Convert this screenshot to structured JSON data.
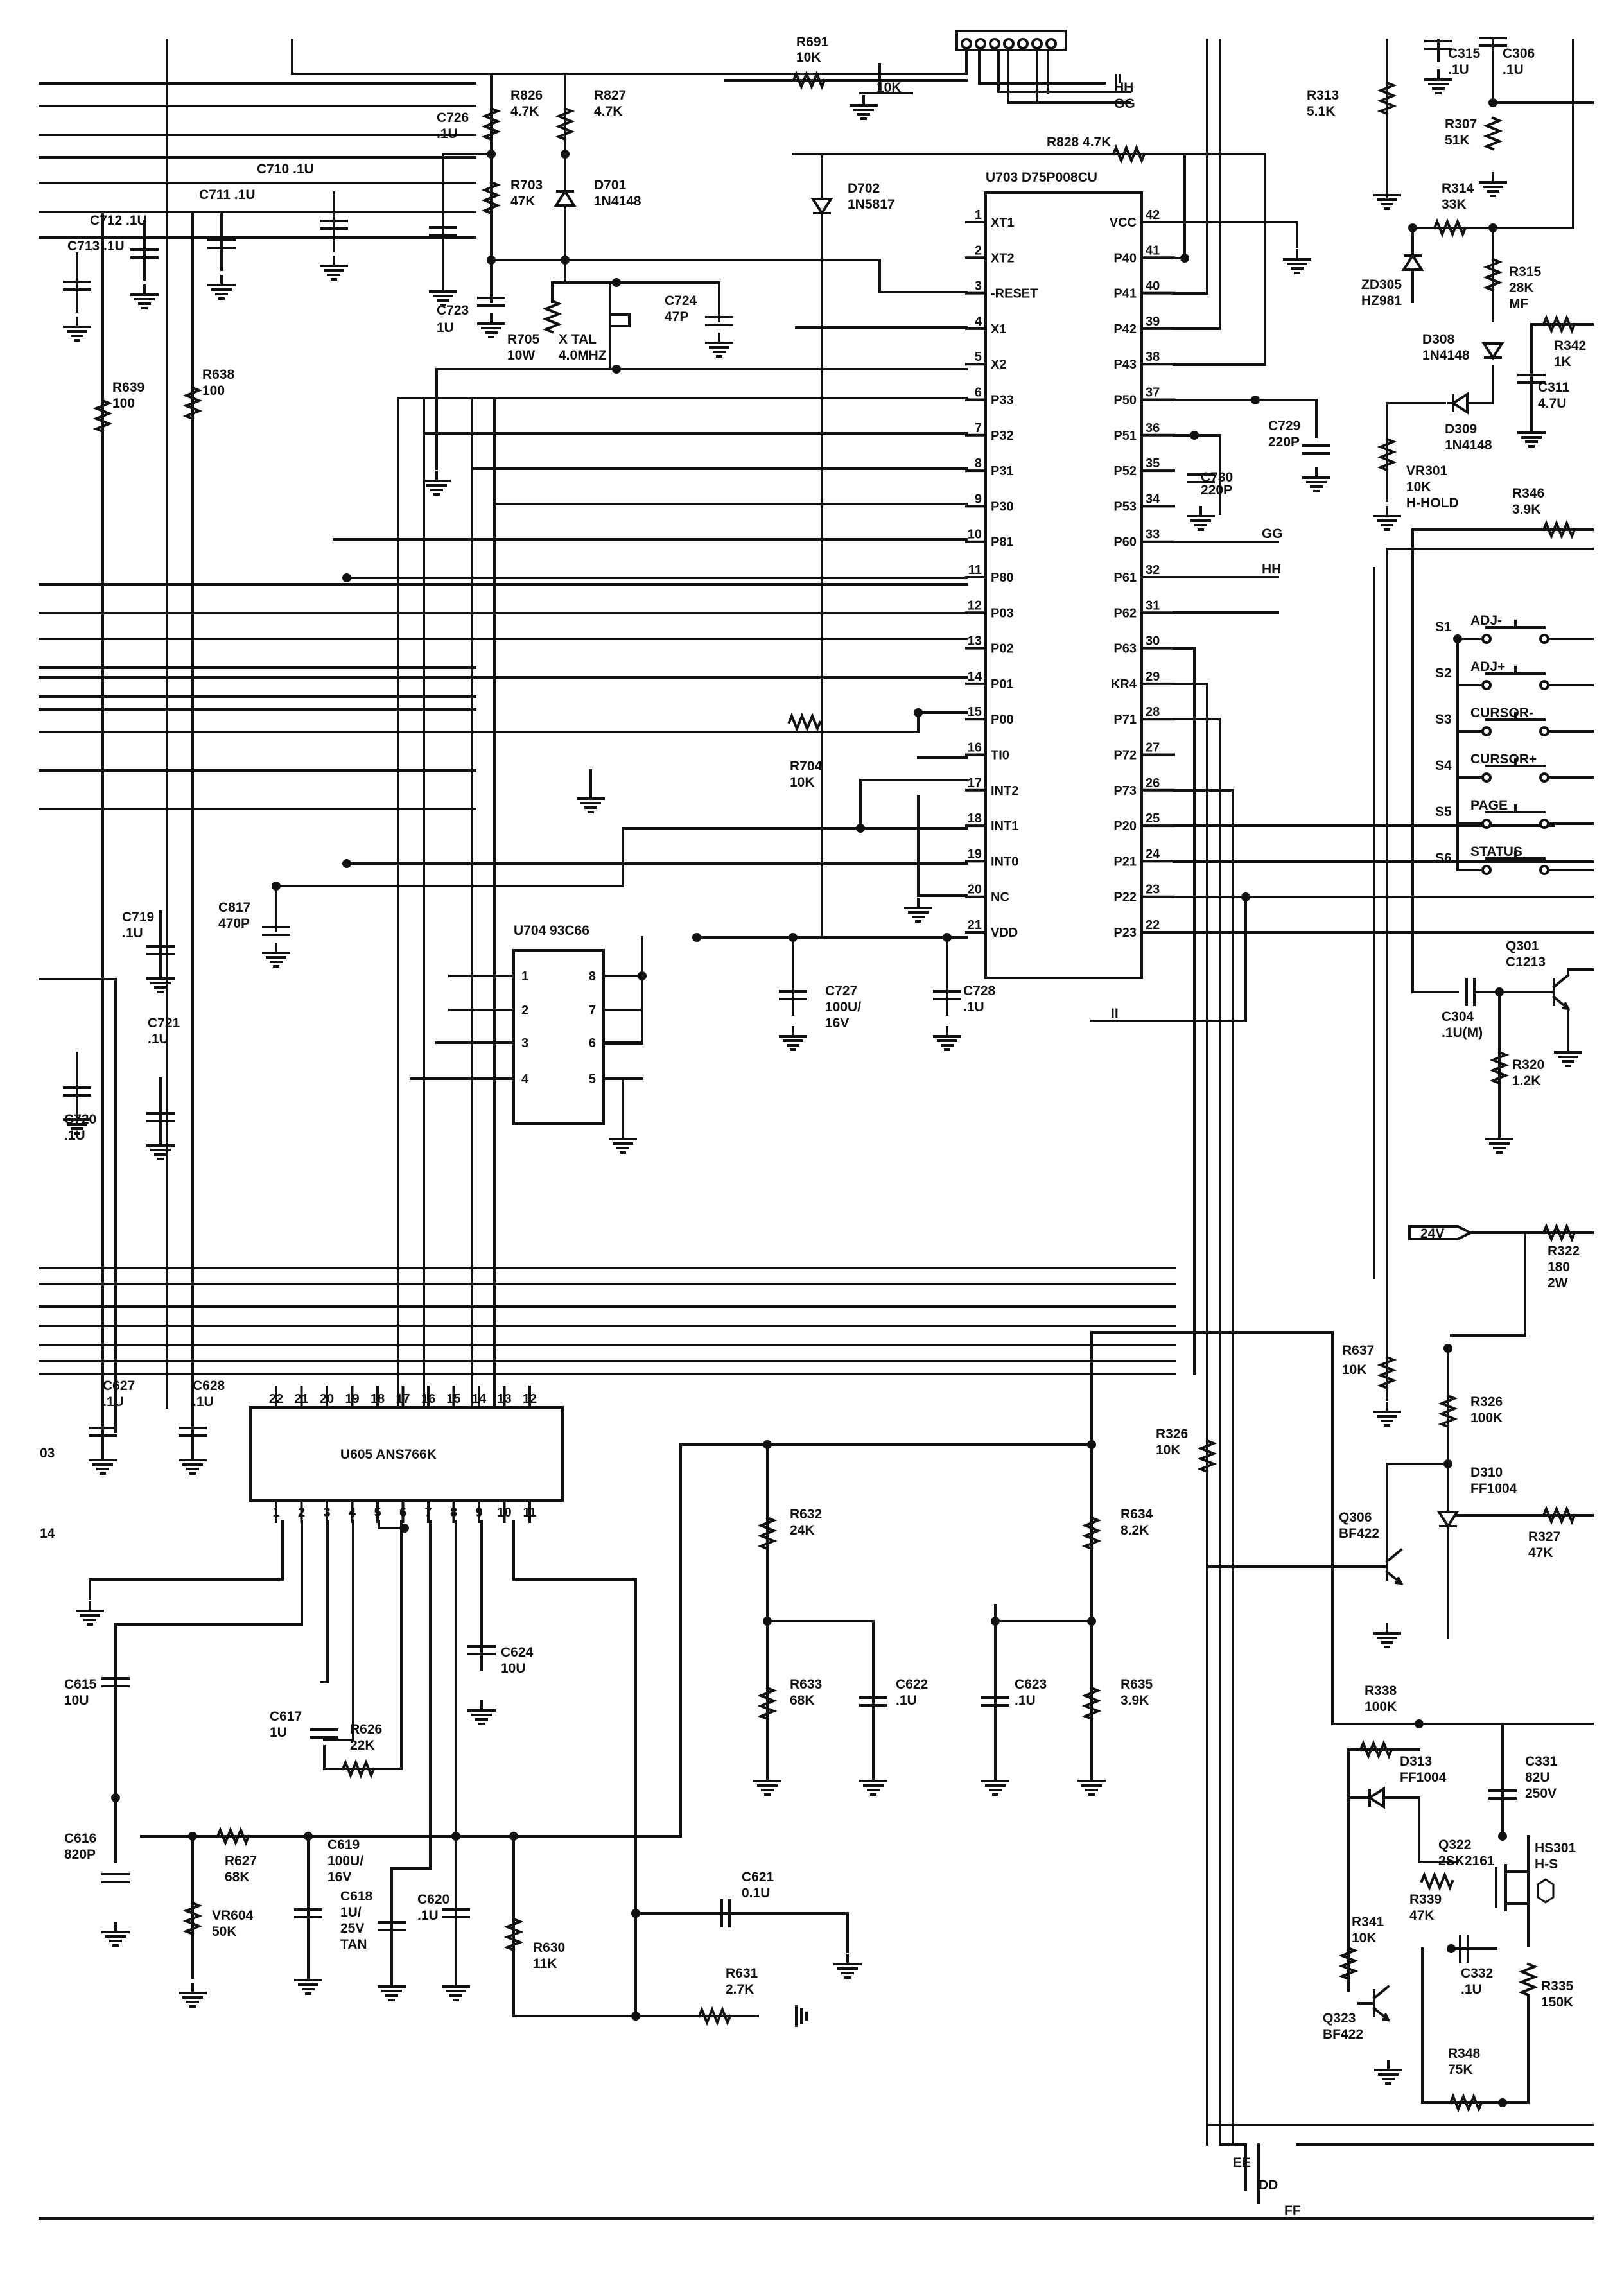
{
  "schematic": {
    "u703": {
      "name": "U703 D75P008CU",
      "left_pins": [
        {
          "n": "1",
          "s": "XT1"
        },
        {
          "n": "2",
          "s": "XT2"
        },
        {
          "n": "3",
          "s": "-RESET"
        },
        {
          "n": "4",
          "s": "X1"
        },
        {
          "n": "5",
          "s": "X2"
        },
        {
          "n": "6",
          "s": "P33"
        },
        {
          "n": "7",
          "s": "P32"
        },
        {
          "n": "8",
          "s": "P31"
        },
        {
          "n": "9",
          "s": "P30"
        },
        {
          "n": "10",
          "s": "P81"
        },
        {
          "n": "11",
          "s": "P80"
        },
        {
          "n": "12",
          "s": "P03"
        },
        {
          "n": "13",
          "s": "P02"
        },
        {
          "n": "14",
          "s": "P01"
        },
        {
          "n": "15",
          "s": "P00"
        },
        {
          "n": "16",
          "s": "TI0"
        },
        {
          "n": "17",
          "s": "INT2"
        },
        {
          "n": "18",
          "s": "INT1"
        },
        {
          "n": "19",
          "s": "INT0"
        },
        {
          "n": "20",
          "s": "NC"
        },
        {
          "n": "21",
          "s": "VDD"
        }
      ],
      "right_pins": [
        {
          "n": "42",
          "s": "VCC"
        },
        {
          "n": "41",
          "s": "P40"
        },
        {
          "n": "40",
          "s": "P41"
        },
        {
          "n": "39",
          "s": "P42"
        },
        {
          "n": "38",
          "s": "P43"
        },
        {
          "n": "37",
          "s": "P50"
        },
        {
          "n": "36",
          "s": "P51"
        },
        {
          "n": "35",
          "s": "P52"
        },
        {
          "n": "34",
          "s": "P53"
        },
        {
          "n": "33",
          "s": "P60"
        },
        {
          "n": "32",
          "s": "P61"
        },
        {
          "n": "31",
          "s": "P62"
        },
        {
          "n": "30",
          "s": "P63"
        },
        {
          "n": "29",
          "s": "KR4"
        },
        {
          "n": "28",
          "s": "P71"
        },
        {
          "n": "27",
          "s": "P72"
        },
        {
          "n": "26",
          "s": "P73"
        },
        {
          "n": "25",
          "s": "P20"
        },
        {
          "n": "24",
          "s": "P21"
        },
        {
          "n": "23",
          "s": "P22"
        },
        {
          "n": "22",
          "s": "P23"
        }
      ]
    },
    "u704": {
      "name": "U704 93C66",
      "left_pins": [
        "1",
        "2",
        "3",
        "4"
      ],
      "right_pins": [
        "8",
        "7",
        "6",
        "5"
      ]
    },
    "u605": {
      "name": "U605 ANS766K",
      "top_pins": [
        "22",
        "21",
        "20",
        "19",
        "18",
        "17",
        "16",
        "15",
        "14",
        "13",
        "12"
      ],
      "bottom_pins": [
        "1",
        "2",
        "3",
        "4",
        "5",
        "6",
        "7",
        "8",
        "9",
        "10",
        "11"
      ]
    },
    "switches": [
      {
        "ref": "S1",
        "label": "ADJ-"
      },
      {
        "ref": "S2",
        "label": "ADJ+"
      },
      {
        "ref": "S3",
        "label": "CURSOR-"
      },
      {
        "ref": "S4",
        "label": "CURSOR+"
      },
      {
        "ref": "S5",
        "label": "PAGE"
      },
      {
        "ref": "S6",
        "label": "STATUS"
      }
    ],
    "nets": {
      "ii_top": "II",
      "hh_top": "HH",
      "gg_top": "GG",
      "gg_p60": "GG",
      "hh_p61": "HH",
      "ii_bottom": "II",
      "v24": "24V",
      "ee": "EE",
      "dd": "DD",
      "ff": "FF",
      "edge_03": "03",
      "edge_14": "14",
      "r691_net": "10K"
    },
    "labels": {
      "r691": "R691",
      "r691_v": "10K",
      "r826": "R826",
      "r826_v": "4.7K",
      "r827": "R827",
      "r827_v": "4.7K",
      "c726": "C726",
      "c726_v": ".1U",
      "c710": "C710 .1U",
      "c711": "C711 .1U",
      "c712": "C712 .1U",
      "c713": "C713 .1U",
      "r703": "R703",
      "r703_v": "47K",
      "d701": "D701",
      "d701_v": "1N4148",
      "d702": "D702",
      "d702_v": "1N5817",
      "r828": "R828 4.7K",
      "c723": "C723",
      "c723_v": "1U",
      "r705": "R705",
      "r705_v": "10W",
      "xtal": "X TAL",
      "xtal_v": "4.0MHZ",
      "c724": "C724",
      "c724_v": "47P",
      "r639": "R639",
      "r639_v": "100",
      "r638": "R638",
      "r638_v": "100",
      "c729": "C729",
      "c729_v": "220P",
      "c730": "C730",
      "c730_v": "220P",
      "r704": "R704",
      "r704_v": "10K",
      "c817": "C817",
      "c817_v": "470P",
      "c719": "C719",
      "c719_v": ".1U",
      "c721": "C721",
      "c721_v": ".1U",
      "c720": "C720",
      "c720_v": ".1U",
      "c727": "C727",
      "c727_v": "100U/",
      "c727_v2": "16V",
      "c728": "C728",
      "c728_v": ".1U",
      "r313": "R313",
      "r313_v": "5.1K",
      "c315": "C315",
      "c315_v": ".1U",
      "c306": "C306",
      "c306_v": ".1U",
      "r307": "R307",
      "r307_v": "51K",
      "r314": "R314",
      "r314_v": "33K",
      "zd305": "ZD305",
      "zd305_v": "HZ981",
      "r315": "R315",
      "r315_v": "28K",
      "r315_v2": "MF",
      "d308": "D308",
      "d308_v": "1N4148",
      "r342": "R342",
      "r342_v": "1K",
      "c311": "C311",
      "c311_v": "4.7U",
      "d309": "D309",
      "d309_v": "1N4148",
      "vr301": "VR301",
      "vr301_v": "10K",
      "vr301_v2": "H-HOLD",
      "r346": "R346",
      "r346_v": "3.9K",
      "q301": "Q301",
      "q301_v": "C1213",
      "c304": "C304",
      "c304_v": ".1U(M)",
      "r320": "R320",
      "r320_v": "1.2K",
      "r322": "R322",
      "r322_v": "180",
      "r322_v2": "2W",
      "r637": "R637",
      "r637_v": "10K",
      "r326a": "R326",
      "r326a_v": "100K",
      "r326b": "R326",
      "r326b_v": "10K",
      "d310": "D310",
      "d310_v": "FF1004",
      "q306": "Q306",
      "q306_v": "BF422",
      "r327": "R327",
      "r327_v": "47K",
      "c627": "C627",
      "c627_v": ".1U",
      "c628": "C628",
      "c628_v": ".1U",
      "r632": "R632",
      "r632_v": "24K",
      "r634": "R634",
      "r634_v": "8.2K",
      "r633": "R633",
      "r633_v": "68K",
      "c622": "C622",
      "c622_v": ".1U",
      "c623": "C623",
      "c623_v": ".1U",
      "r635": "R635",
      "r635_v": "3.9K",
      "c624": "C624",
      "c624_v": "10U",
      "c615": "C615",
      "c615_v": "10U",
      "c617": "C617",
      "c617_v": "1U",
      "r626": "R626",
      "r626_v": "22K",
      "c616": "C616",
      "c616_v": "820P",
      "r627": "R627",
      "r627_v": "68K",
      "vr604": "VR604",
      "vr604_v": "50K",
      "c619": "C619",
      "c619_v": "100U/",
      "c619_v2": "16V",
      "c618": "C618",
      "c618_v": "1U/",
      "c618_v2": "25V",
      "c618_v3": "TAN",
      "c620": "C620",
      "c620_v": ".1U",
      "r630": "R630",
      "r630_v": "11K",
      "c621": "C621",
      "c621_v": "0.1U",
      "r631": "R631",
      "r631_v": "2.7K",
      "r338": "R338",
      "r338_v": "100K",
      "d313": "D313",
      "d313_v": "FF1004",
      "c331": "C331",
      "c331_v": "82U",
      "c331_v2": "250V",
      "q322": "Q322",
      "q322_v": "2SK2161",
      "r339": "R339",
      "r339_v": "47K",
      "hs301": "HS301",
      "hs301_v": "H-S",
      "r341": "R341",
      "r341_v": "10K",
      "q323": "Q323",
      "q323_v": "BF422",
      "c332": "C332",
      "c332_v": ".1U",
      "r335": "R335",
      "r335_v": "150K",
      "r348": "R348",
      "r348_v": "75K"
    }
  }
}
